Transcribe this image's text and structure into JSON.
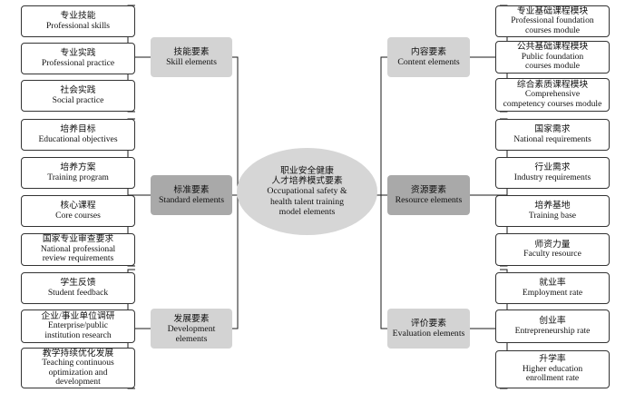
{
  "center": {
    "zh_1": "职业安全健康",
    "zh_2": "人才培养模式要素",
    "en_1": "Occupational safety &",
    "en_2": "health talent training",
    "en_3": "model elements"
  },
  "categories": {
    "skill": {
      "zh": "技能要素",
      "en": "Skill elements"
    },
    "standard": {
      "zh": "标准要素",
      "en": "Standard elements"
    },
    "development": {
      "zh": "发展要素",
      "en_1": "Development",
      "en_2": "elements"
    },
    "content": {
      "zh": "内容要素",
      "en": "Content elements"
    },
    "resource": {
      "zh": "资源要素",
      "en": "Resource elements"
    },
    "evaluation": {
      "zh": "评价要素",
      "en": "Evaluation elements"
    }
  },
  "leaves": {
    "skill": [
      {
        "zh": "专业技能",
        "en": "Professional skills"
      },
      {
        "zh": "专业实践",
        "en": "Professional practice"
      },
      {
        "zh": "社会实践",
        "en": "Social practice"
      }
    ],
    "standard": [
      {
        "zh": "培养目标",
        "en": "Educational objectives"
      },
      {
        "zh": "培养方案",
        "en": "Training program"
      },
      {
        "zh": "核心课程",
        "en": "Core courses"
      },
      {
        "zh": "国家专业审查要求",
        "en_1": "National professional",
        "en_2": "review requirements"
      }
    ],
    "development": [
      {
        "zh": "学生反馈",
        "en": "Student feedback"
      },
      {
        "zh": "企业/事业单位调研",
        "en_1": "Enterprise/public",
        "en_2": "institution research"
      },
      {
        "zh": "教学持续优化发展",
        "en_1": "Teaching continuous",
        "en_2": "optimization and",
        "en_3": "development"
      }
    ],
    "content": [
      {
        "zh": "专业基础课程模块",
        "en_1": "Professional foundation",
        "en_2": "courses module"
      },
      {
        "zh": "公共基础课程模块",
        "en_1": "Public foundation",
        "en_2": "courses module"
      },
      {
        "zh": "综合素质课程模块",
        "en_1": "Comprehensive",
        "en_2": "competency courses module"
      }
    ],
    "resource": [
      {
        "zh": "国家需求",
        "en": "National requirements"
      },
      {
        "zh": "行业需求",
        "en": "Industry requirements"
      },
      {
        "zh": "培养基地",
        "en": "Training base"
      },
      {
        "zh": "师资力量",
        "en": "Faculty resource"
      }
    ],
    "evaluation": [
      {
        "zh": "就业率",
        "en": "Employment rate"
      },
      {
        "zh": "创业率",
        "en": "Entrepreneurship rate"
      },
      {
        "zh": "升学率",
        "en_1": "Higher education",
        "en_2": "enrollment rate"
      }
    ]
  },
  "colors": {
    "line": "#1a1a1a",
    "light_node": "#d3d3d3",
    "dark_node": "#a9a9a9",
    "center": "#d6d6d6"
  }
}
